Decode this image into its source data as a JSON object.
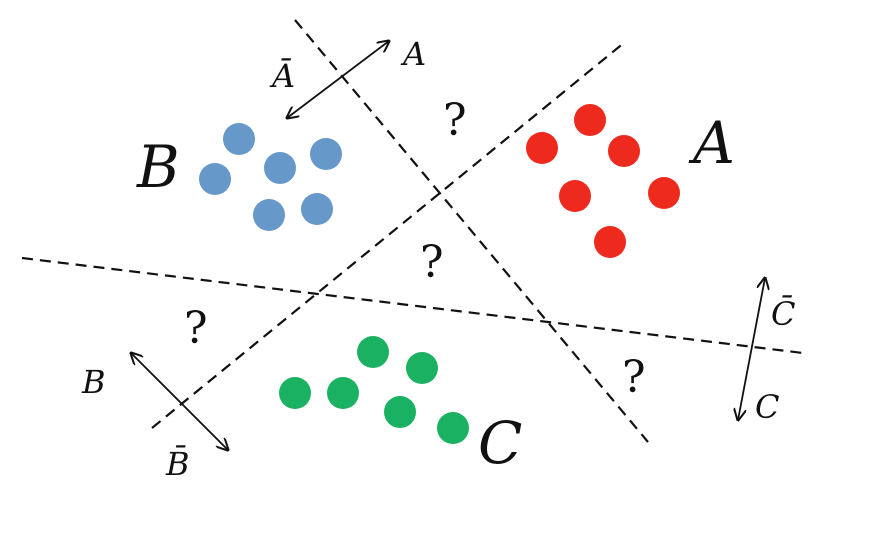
{
  "classes": {
    "A": {
      "label": "A",
      "color": "#ee2a1e"
    },
    "B": {
      "label": "B",
      "color": "#6699c9"
    },
    "C": {
      "label": "C",
      "color": "#1ab262"
    }
  },
  "arrows": {
    "A": {
      "pos": "A",
      "neg": "Ā"
    },
    "B": {
      "pos": "B",
      "neg": "B̄"
    },
    "C": {
      "pos": "C",
      "neg": "C̄"
    }
  },
  "regions": {
    "ambiguous": "?"
  }
}
